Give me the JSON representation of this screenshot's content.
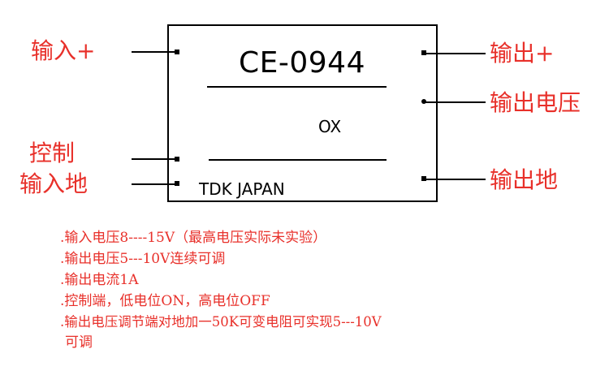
{
  "module": {
    "model": "CE-0944",
    "marking": "OX",
    "maker": "TDK JAPAN"
  },
  "pins": {
    "input_plus": "输入+",
    "control": "控制",
    "input_gnd": "输入地",
    "output_plus": "输出+",
    "output_voltage": "输出电压",
    "output_gnd": "输出地"
  },
  "notes": [
    ".输入电压8----15V（最高电压实际未实验）",
    ".输出电压5---10V连续可调",
    ".输出电流1A",
    ".控制端，低电位ON，高电位OFF",
    ".输出电压调节端对地加一50K可变电阻可实现5---10V",
    "可调"
  ],
  "colors": {
    "label_red": "#e8302a",
    "outline": "#000000"
  }
}
